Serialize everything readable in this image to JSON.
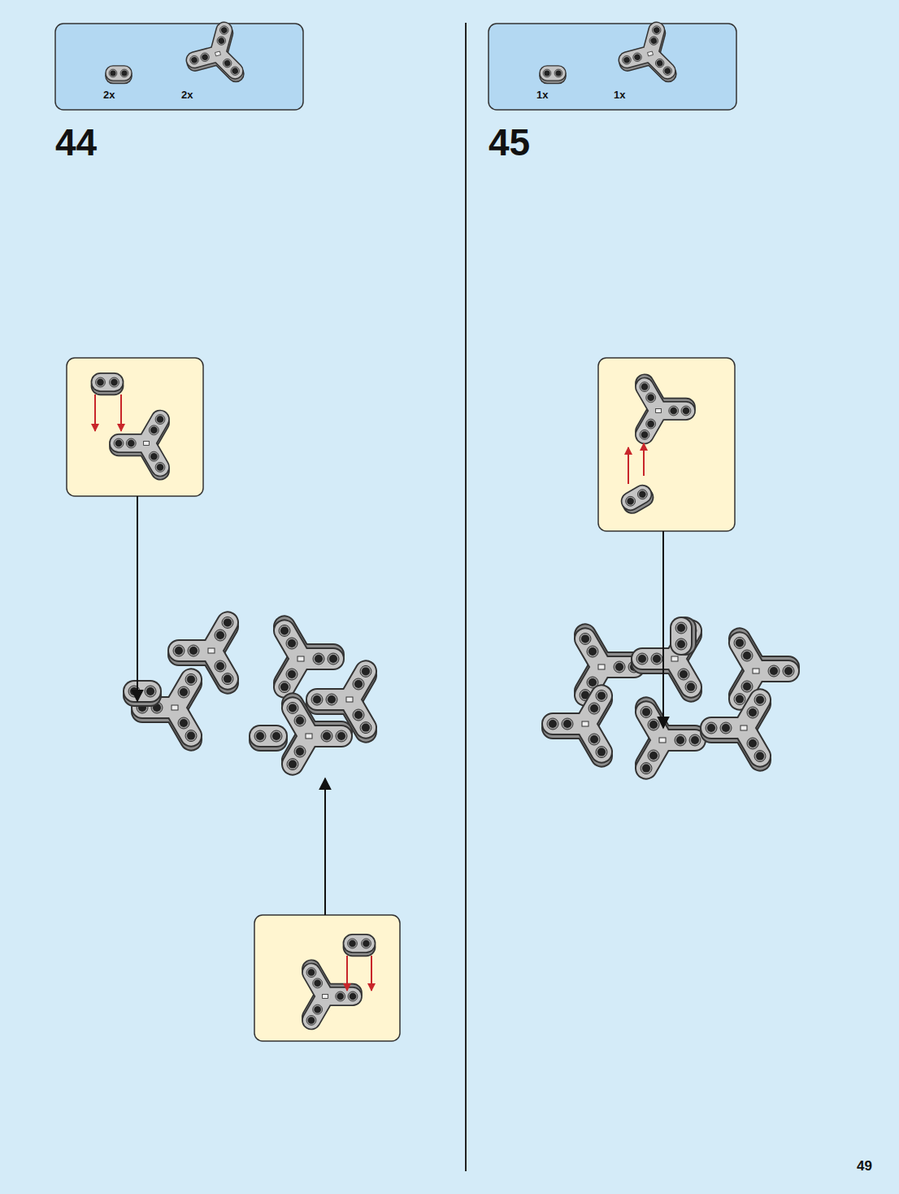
{
  "diagram": {
    "labels": [
      "2x",
      "2x",
      "44",
      "1x",
      "1x",
      "45",
      "49"
    ]
  }
}
